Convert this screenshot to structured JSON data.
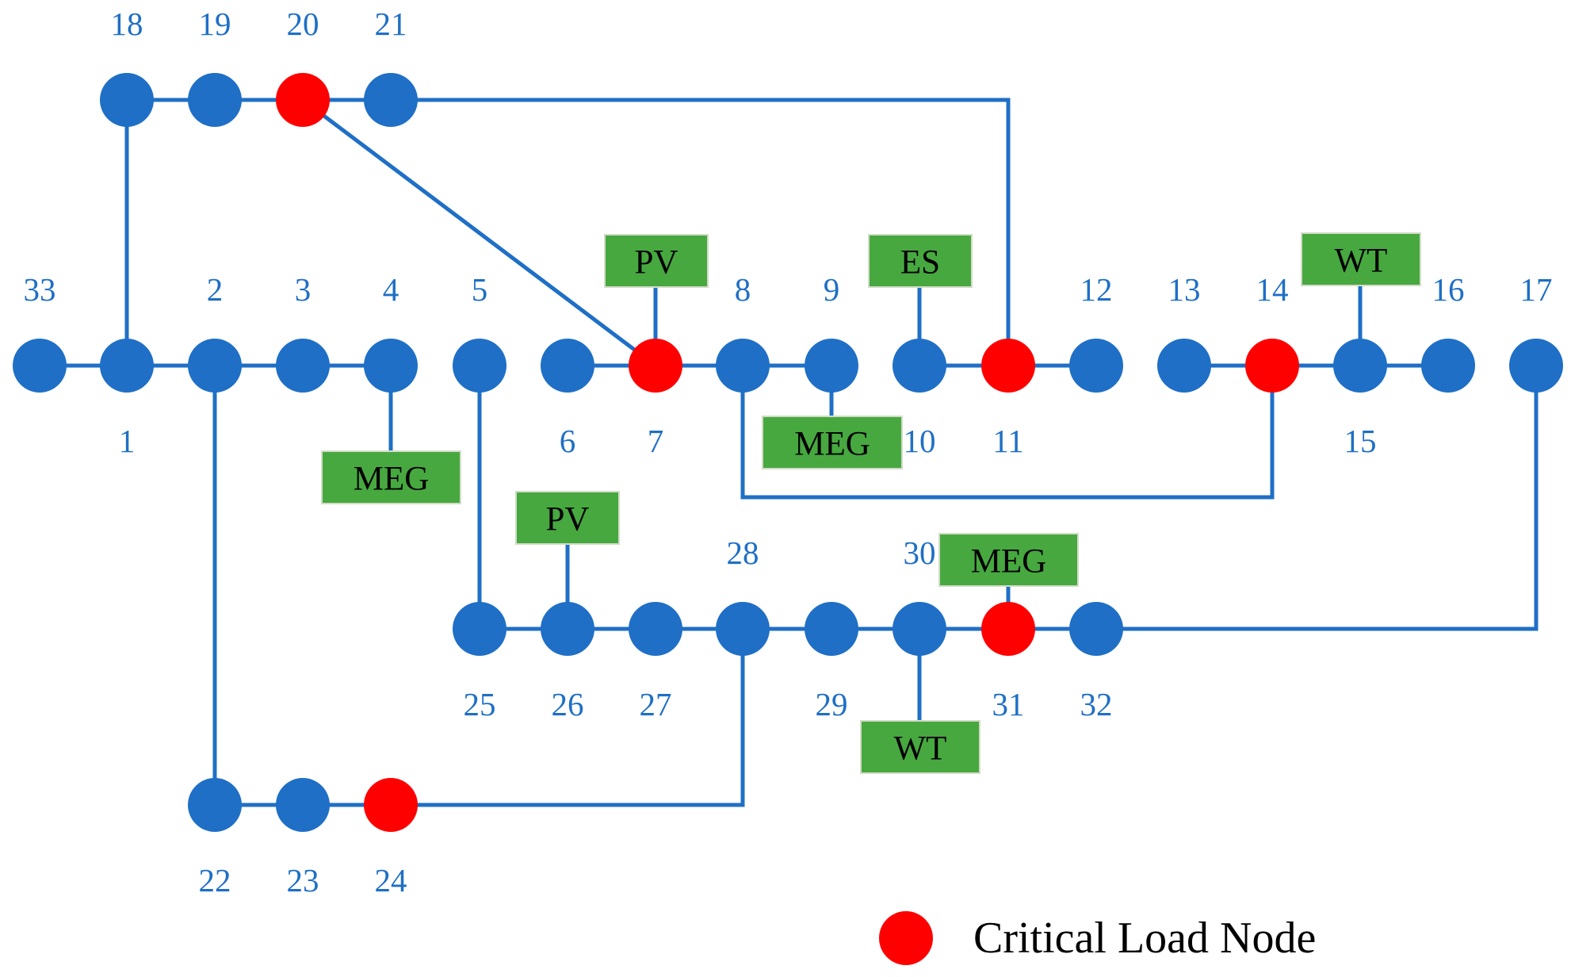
{
  "colors": {
    "line": "#1f6fc6",
    "normal_node": "#1f6fc6",
    "critical_node": "#ff0000",
    "der_box": "#47a840",
    "label": "#1f6fc6",
    "text": "#000000"
  },
  "nodes": [
    {
      "id": "1",
      "critical": false
    },
    {
      "id": "2",
      "critical": false
    },
    {
      "id": "3",
      "critical": false
    },
    {
      "id": "4",
      "critical": false
    },
    {
      "id": "5",
      "critical": false
    },
    {
      "id": "6",
      "critical": false
    },
    {
      "id": "7",
      "critical": true
    },
    {
      "id": "8",
      "critical": false
    },
    {
      "id": "9",
      "critical": false
    },
    {
      "id": "10",
      "critical": false
    },
    {
      "id": "11",
      "critical": true
    },
    {
      "id": "12",
      "critical": false
    },
    {
      "id": "13",
      "critical": false
    },
    {
      "id": "14",
      "critical": true
    },
    {
      "id": "15",
      "critical": false
    },
    {
      "id": "16",
      "critical": false
    },
    {
      "id": "17",
      "critical": false
    },
    {
      "id": "18",
      "critical": false
    },
    {
      "id": "19",
      "critical": false
    },
    {
      "id": "20",
      "critical": true
    },
    {
      "id": "21",
      "critical": false
    },
    {
      "id": "22",
      "critical": false
    },
    {
      "id": "23",
      "critical": false
    },
    {
      "id": "24",
      "critical": true
    },
    {
      "id": "25",
      "critical": false
    },
    {
      "id": "26",
      "critical": false
    },
    {
      "id": "27",
      "critical": false
    },
    {
      "id": "28",
      "critical": false
    },
    {
      "id": "29",
      "critical": false
    },
    {
      "id": "30",
      "critical": false
    },
    {
      "id": "31",
      "critical": true
    },
    {
      "id": "32",
      "critical": false
    },
    {
      "id": "33",
      "critical": false
    }
  ],
  "edges": [
    [
      "33",
      "1"
    ],
    [
      "1",
      "2"
    ],
    [
      "2",
      "3"
    ],
    [
      "3",
      "4"
    ],
    [
      "6",
      "7"
    ],
    [
      "7",
      "8"
    ],
    [
      "8",
      "9"
    ],
    [
      "10",
      "11"
    ],
    [
      "11",
      "12"
    ],
    [
      "13",
      "14"
    ],
    [
      "14",
      "15"
    ],
    [
      "15",
      "16"
    ],
    [
      "18",
      "19"
    ],
    [
      "19",
      "20"
    ],
    [
      "20",
      "21"
    ],
    [
      "1",
      "18"
    ],
    [
      "20",
      "7"
    ],
    [
      "21",
      "11"
    ],
    [
      "2",
      "22"
    ],
    [
      "22",
      "23"
    ],
    [
      "23",
      "24"
    ],
    [
      "24",
      "28"
    ],
    [
      "8",
      "14"
    ],
    [
      "5",
      "25"
    ],
    [
      "25",
      "26"
    ],
    [
      "26",
      "27"
    ],
    [
      "27",
      "28"
    ],
    [
      "28",
      "29"
    ],
    [
      "29",
      "30"
    ],
    [
      "30",
      "31"
    ],
    [
      "31",
      "32"
    ],
    [
      "32",
      "17"
    ]
  ],
  "ders": [
    {
      "label": "PV",
      "node": "7"
    },
    {
      "label": "ES",
      "node": "10"
    },
    {
      "label": "WT",
      "node": "15"
    },
    {
      "label": "MEG",
      "node": "4"
    },
    {
      "label": "MEG",
      "node": "9"
    },
    {
      "label": "PV",
      "node": "26"
    },
    {
      "label": "MEG",
      "node": "31"
    },
    {
      "label": "WT",
      "node": "30"
    }
  ],
  "legend": {
    "critical_label": "Critical Load Node"
  }
}
